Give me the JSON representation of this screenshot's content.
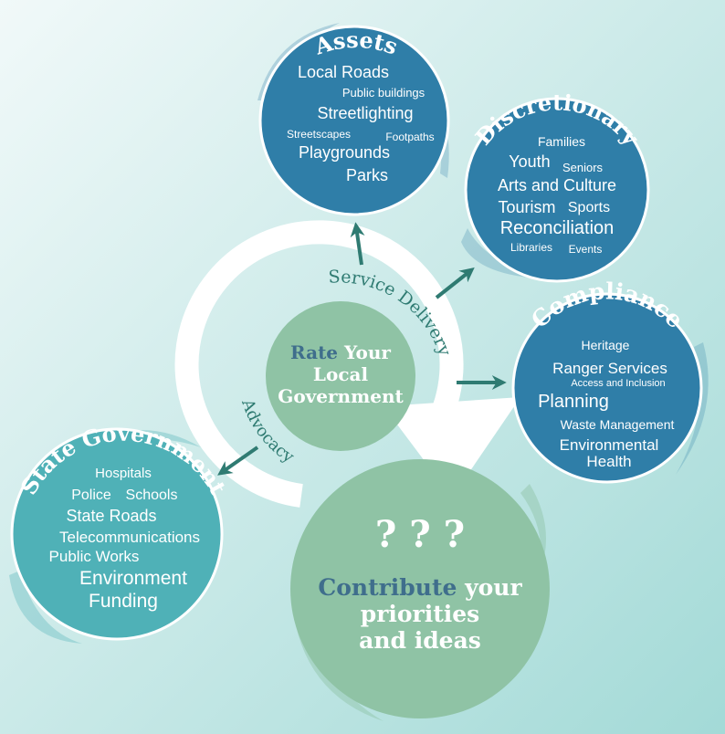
{
  "colors": {
    "background_light": "#eaf6f6",
    "background_dark": "#a6dcd9",
    "blue_circle": "#2f7ea8",
    "teal_circle": "#4fb1b7",
    "green_circle": "#8fc3a5",
    "arrow": "#2f7b72",
    "white": "#ffffff",
    "accent_text": "#3f6e8c"
  },
  "center": {
    "accent": "Rate",
    "line1_rest": " Your",
    "line2": "Local",
    "line3": "Government"
  },
  "cycle": {
    "service_delivery": "Service Delivery",
    "advocacy": "Advocacy"
  },
  "assets": {
    "title": "Assets",
    "items": [
      "Local Roads",
      "Public buildings",
      "Streetlighting",
      "Streetscapes",
      "Footpaths",
      "Playgrounds",
      "Parks"
    ]
  },
  "discretionary": {
    "title": "Discretionary",
    "items": [
      "Families",
      "Youth",
      "Seniors",
      "Arts and Culture",
      "Tourism",
      "Sports",
      "Reconciliation",
      "Libraries",
      "Events"
    ]
  },
  "compliance": {
    "title": "Compliance",
    "items": [
      "Heritage",
      "Ranger Services",
      "Access and Inclusion",
      "Planning",
      "Waste Management",
      "Environmental",
      "Health"
    ]
  },
  "state": {
    "title": "State Government",
    "items": [
      "Hospitals",
      "Police",
      "Schools",
      "State Roads",
      "Telecommunications",
      "Public Works",
      "Environment",
      "Funding"
    ]
  },
  "contribute": {
    "marks": "? ? ?",
    "accent": "Contribute",
    "line1_rest": " your",
    "line2": "priorities",
    "line3": "and ideas"
  }
}
